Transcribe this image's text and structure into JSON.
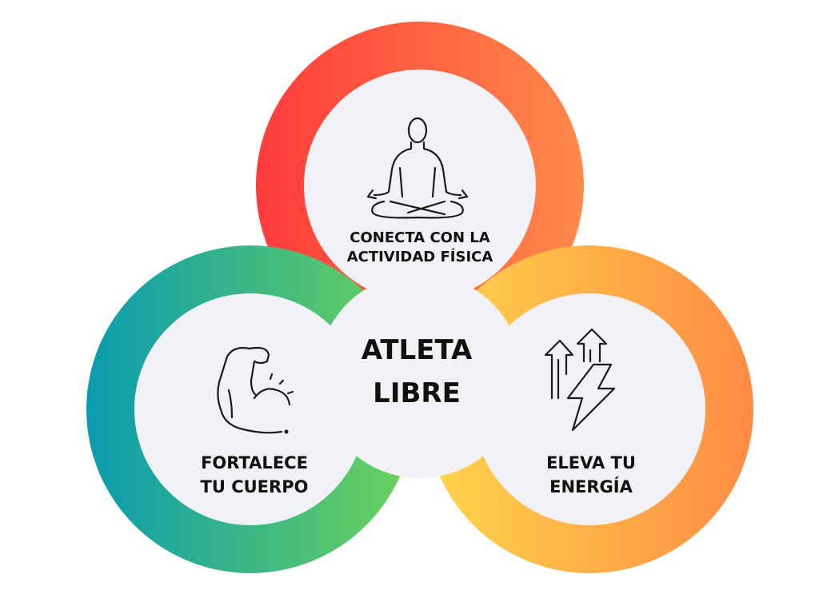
{
  "center": {
    "title_line1": "ATLETA",
    "title_line2": "LIBRE"
  },
  "nodes": [
    {
      "id": "top",
      "icon": "meditation-icon",
      "label_line1": "CONECTA CON LA",
      "label_line2": "ACTIVIDAD FÍSICA",
      "ring_colors": [
        "#ff3b3b",
        "#ff8a4a"
      ]
    },
    {
      "id": "left",
      "icon": "flexed-arm-icon",
      "label_line1": "FORTALECE",
      "label_line2": "TU CUERPO",
      "ring_colors": [
        "#0a9bb0",
        "#6ed35a"
      ]
    },
    {
      "id": "right",
      "icon": "energy-bolt-icon",
      "label_line1": "ELEVA TU",
      "label_line2": "ENERGÍA",
      "ring_colors": [
        "#ffd54a",
        "#ff8c45"
      ]
    }
  ],
  "colors": {
    "inner_fill": "#f0f2f6",
    "text": "#111111",
    "icon_stroke": "#1a1a1a"
  }
}
